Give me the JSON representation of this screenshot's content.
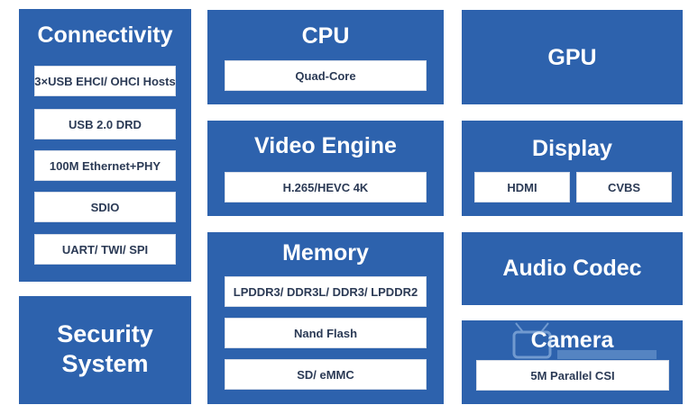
{
  "colors": {
    "block": "#2d62ad",
    "chip": "#ffffff",
    "chip_text": "#2b3a55",
    "title": "#ffffff"
  },
  "connectivity": {
    "title": "Connectivity",
    "items": [
      "3×USB EHCI/ OHCI Hosts",
      "USB 2.0 DRD",
      "100M Ethernet+PHY",
      "SDIO",
      "UART/ TWI/ SPI"
    ]
  },
  "security": {
    "title_line1": "Security",
    "title_line2": "System"
  },
  "cpu": {
    "title": "CPU",
    "items": [
      "Quad-Core"
    ]
  },
  "video": {
    "title": "Video Engine",
    "items": [
      "H.265/HEVC 4K"
    ]
  },
  "memory": {
    "title": "Memory",
    "items": [
      "LPDDR3/ DDR3L/ DDR3/ LPDDR2",
      "Nand Flash",
      "SD/ eMMC"
    ]
  },
  "gpu": {
    "title": "GPU"
  },
  "display": {
    "title": "Display",
    "items": [
      "HDMI",
      "CVBS"
    ]
  },
  "audio": {
    "title": "Audio Codec"
  },
  "camera": {
    "title": "Camera",
    "items": [
      "5M Parallel CSI"
    ]
  }
}
